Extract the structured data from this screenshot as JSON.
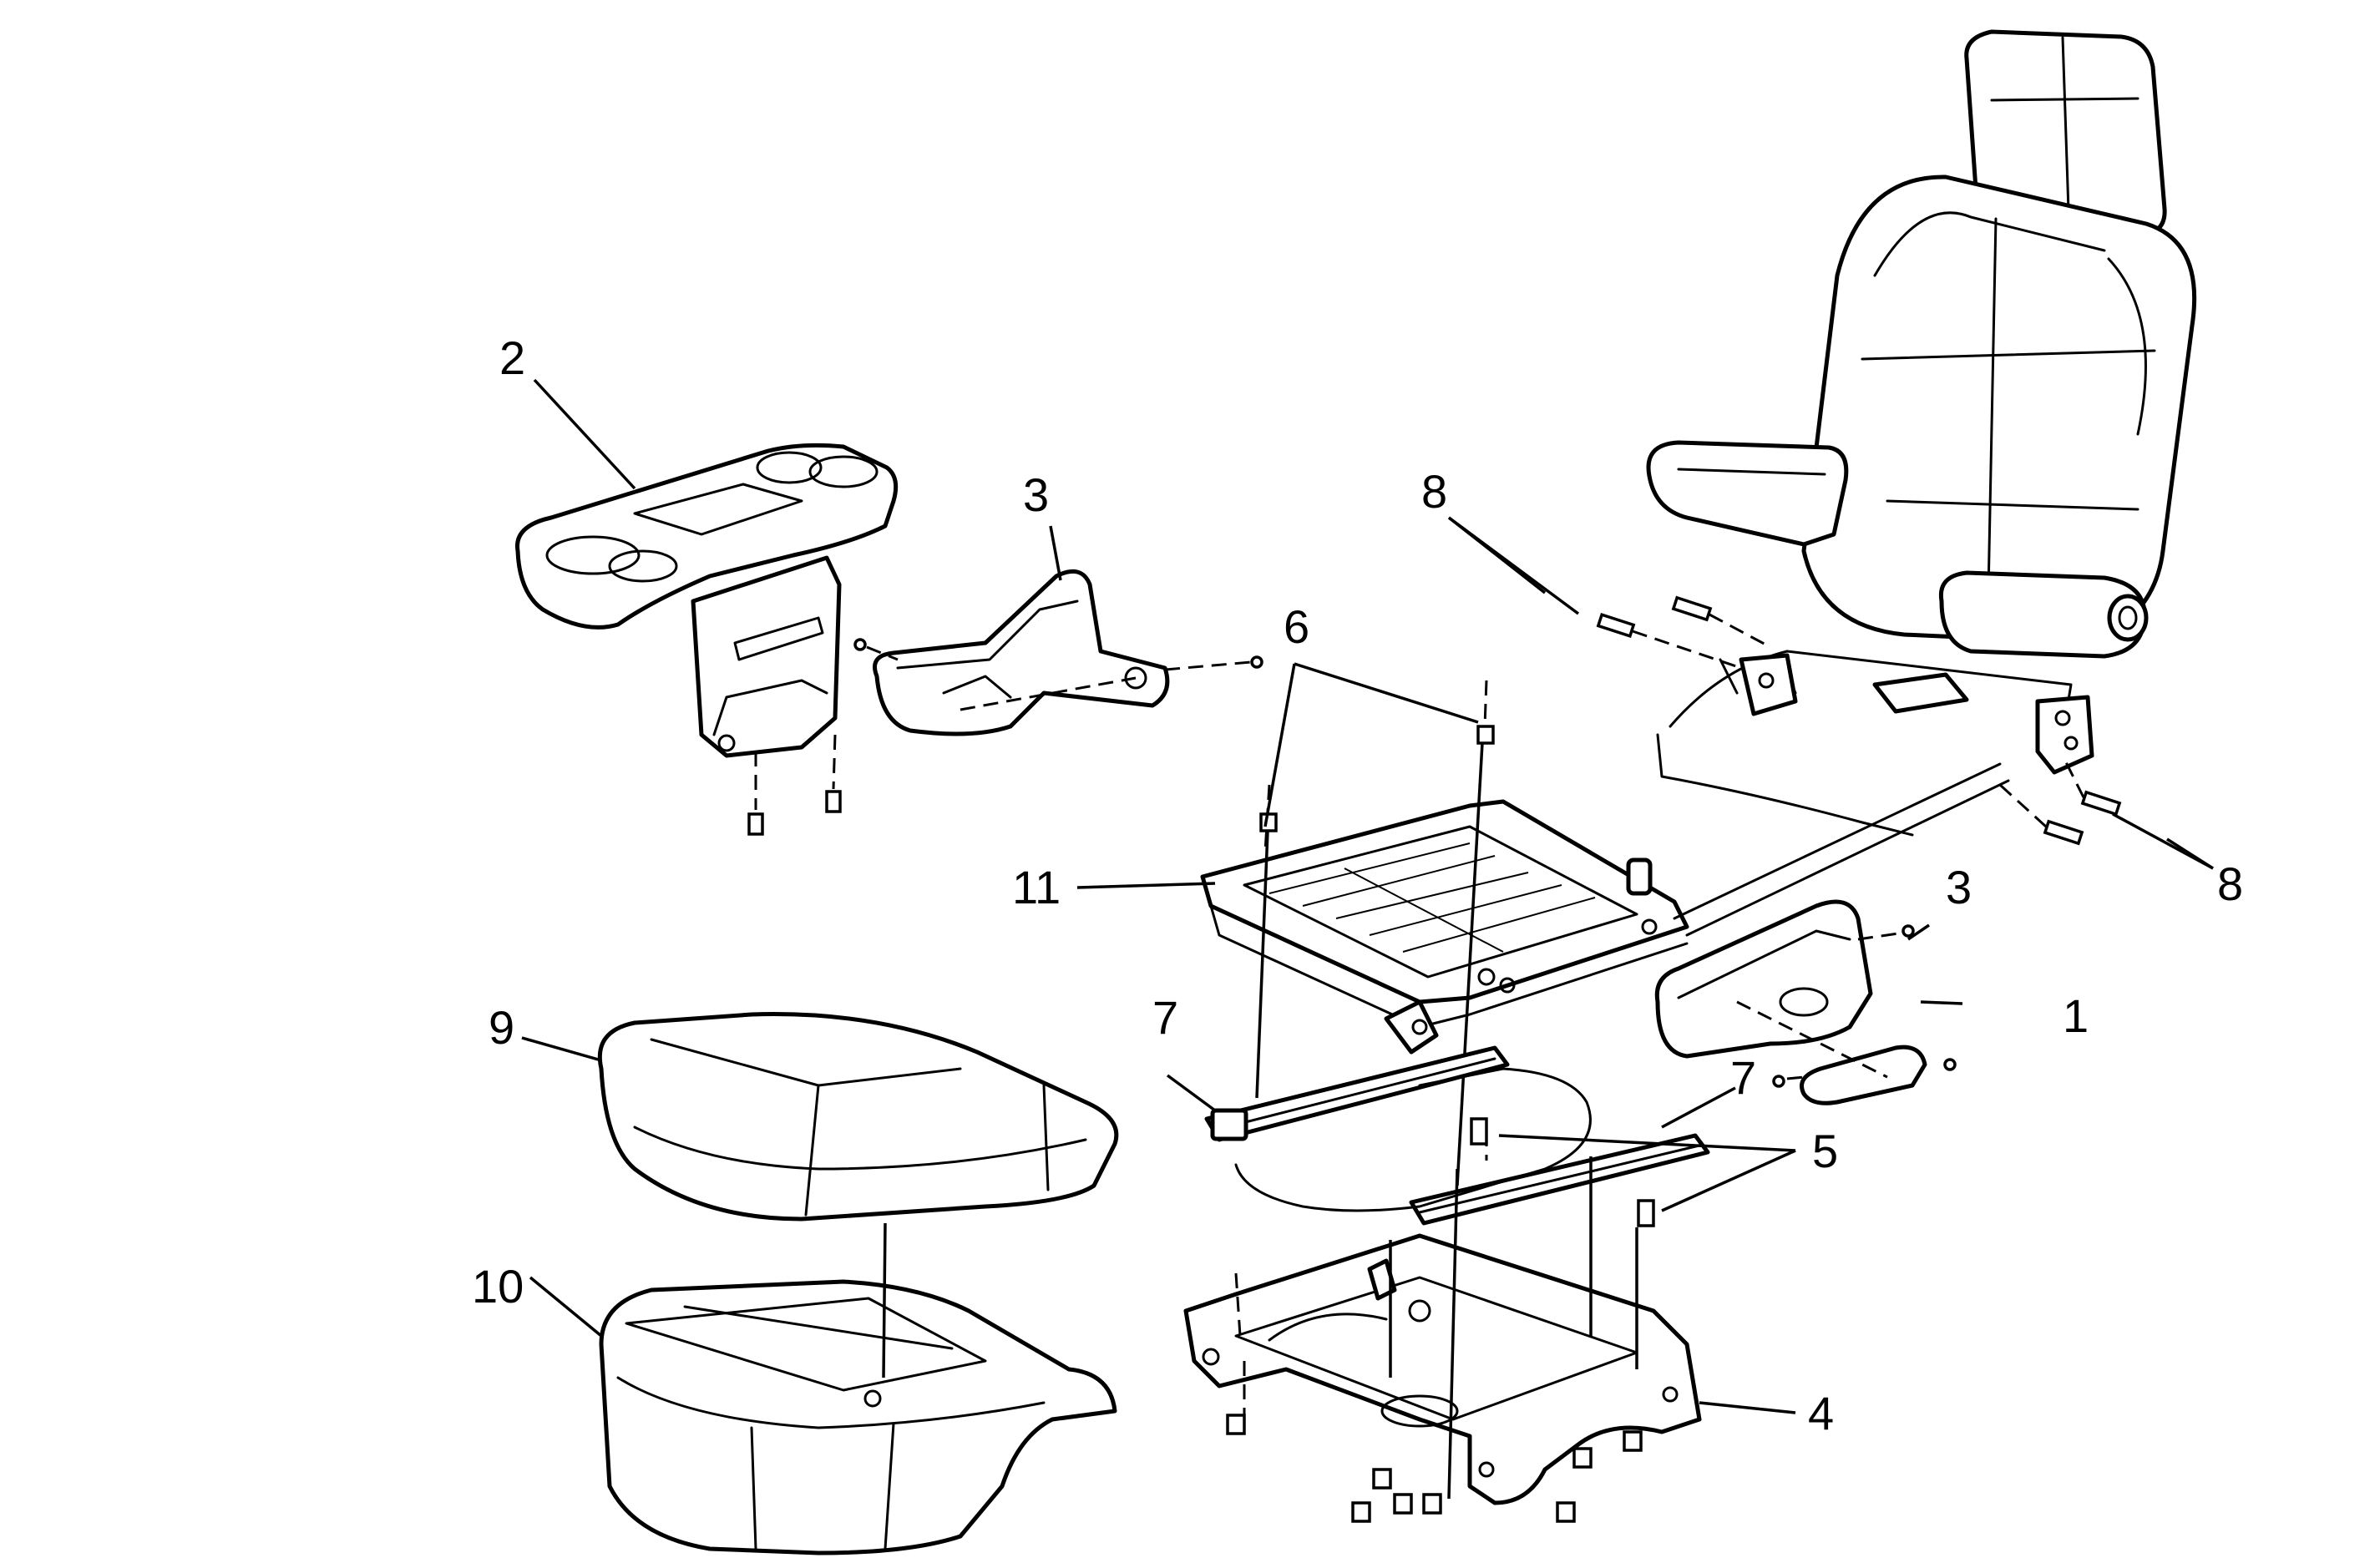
{
  "callouts": {
    "c1": "1",
    "c2": "2",
    "c3a": "3",
    "c3b": "3",
    "c4": "4",
    "c5": "5",
    "c6": "6",
    "c7a": "7",
    "c7b": "7",
    "c8a": "8",
    "c8b": "8",
    "c9": "9",
    "c10": "10",
    "c11": "11"
  }
}
